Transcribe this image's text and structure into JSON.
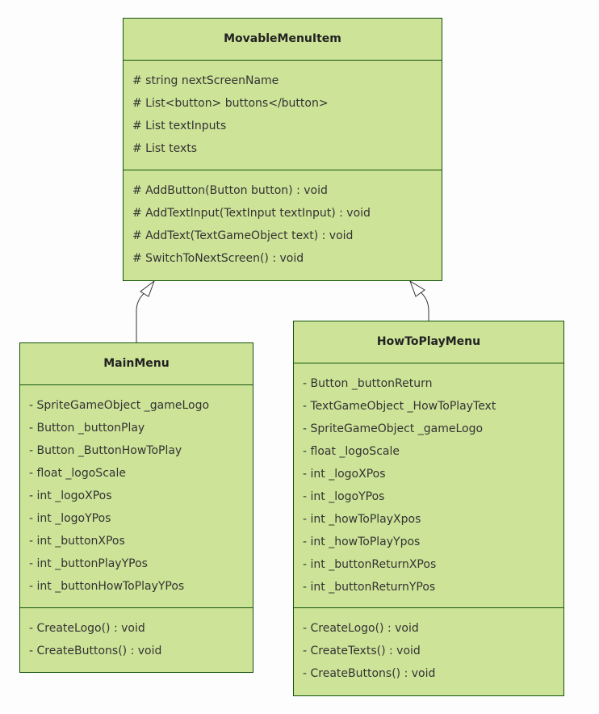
{
  "classes": {
    "movable": {
      "name": "MovableMenuItem",
      "attributes": [
        "# string nextScreenName",
        "# List<button> buttons</button>",
        "# List textInputs",
        "# List texts"
      ],
      "methods": [
        "# AddButton(Button button) : void",
        "# AddTextInput(TextInput textInput) : void",
        "# AddText(TextGameObject text) : void",
        "# SwitchToNextScreen() : void"
      ]
    },
    "mainmenu": {
      "name": "MainMenu",
      "attributes": [
        "- SpriteGameObject _gameLogo",
        "- Button _buttonPlay",
        "- Button _ButtonHowToPlay",
        "- float _logoScale",
        "- int _logoXPos",
        "- int _logoYPos",
        "- int _buttonXPos",
        "- int _buttonPlayYPos",
        "- int _buttonHowToPlayYPos"
      ],
      "methods": [
        "- CreateLogo() : void",
        "- CreateButtons() : void"
      ]
    },
    "howtoplay": {
      "name": "HowToPlayMenu",
      "attributes": [
        "- Button _buttonReturn",
        "- TextGameObject _HowToPlayText",
        "- SpriteGameObject _gameLogo",
        "- float _logoScale",
        "- int _logoXPos",
        "- int _logoYPos",
        "- int _howToPlayXpos",
        "- int _howToPlayYpos",
        "- int _buttonReturnXPos",
        "- int _buttonReturnYPos"
      ],
      "methods": [
        "- CreateLogo() : void",
        "- CreateTexts() : void",
        "- CreateButtons() : void"
      ]
    }
  },
  "colors": {
    "fill": "#cde498",
    "border": "#13540c",
    "edge": "#333333"
  }
}
